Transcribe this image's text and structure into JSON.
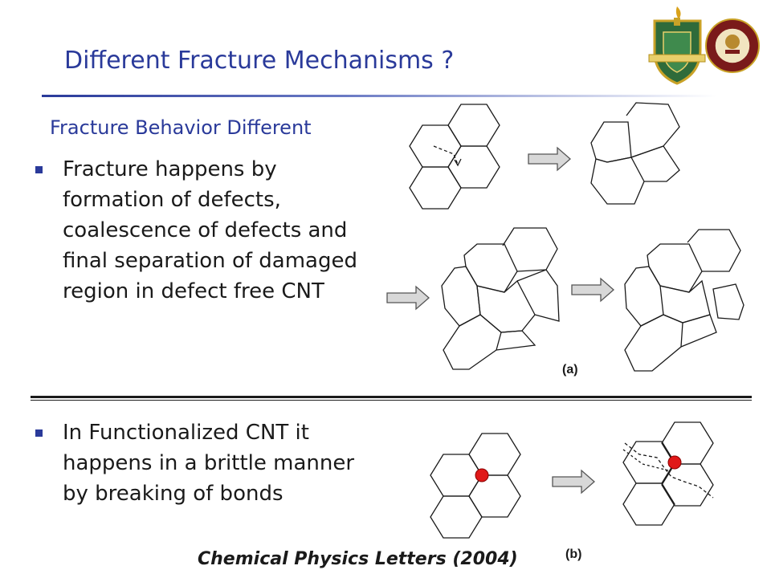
{
  "slide": {
    "title": "Different Fracture Mechanisms ?",
    "subtitle": "Fracture Behavior Different",
    "bullets": [
      "Fracture happens by formation of defects, coalescence of defects and final separation of damaged region in defect free CNT",
      "In Functionalized CNT it happens in a brittle manner by breaking of bonds"
    ],
    "citation": "Chemical Physics Letters (2004)"
  },
  "figure": {
    "label_a": "(a)",
    "label_b": "(b)"
  },
  "colors": {
    "title": "#2a3a9a",
    "functional_group_dot": "#e01818",
    "arrow_fill": "#d8d8d8"
  }
}
